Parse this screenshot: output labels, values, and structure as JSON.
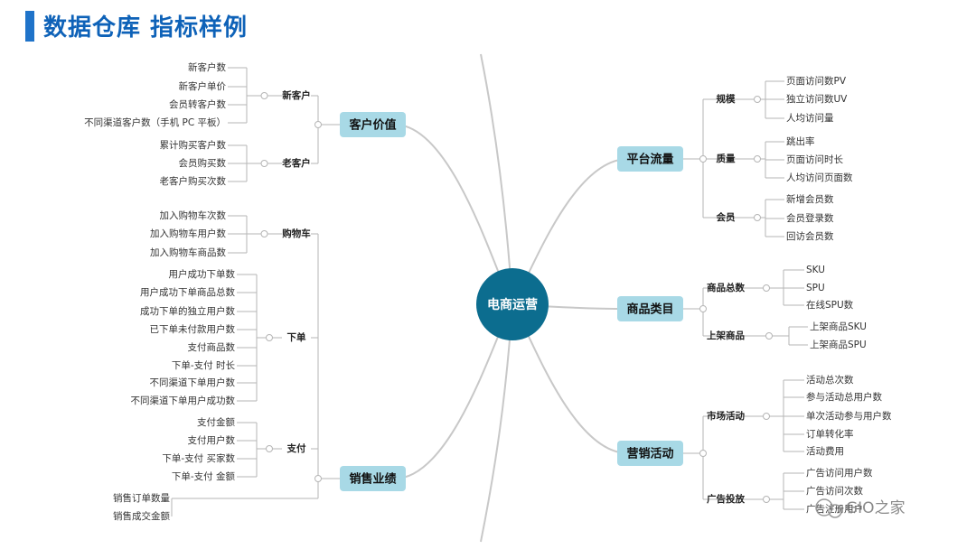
{
  "title": "数据仓库 指标样例",
  "center": "电商运营",
  "watermark": "GIO之家",
  "colors": {
    "title": "#0e62b8",
    "center": "#0c6d8f",
    "branch_box": "#a8d9e6",
    "line": "#c8c8c8"
  },
  "left": [
    {
      "label": "客户价值",
      "groups": [
        {
          "label": "新客户",
          "leaves": [
            "新客户数",
            "新客户单价",
            "会员转客户数",
            "不同渠道客户数（手机 PC 平板）"
          ]
        },
        {
          "label": "老客户",
          "leaves": [
            "累计购买客户数",
            "会员购买数",
            "老客户购买次数"
          ]
        }
      ]
    },
    {
      "label": "销售业绩",
      "groups": [
        {
          "label": "购物车",
          "leaves": [
            "加入购物车次数",
            "加入购物车用户数",
            "加入购物车商品数"
          ]
        },
        {
          "label": "下单",
          "leaves": [
            "用户成功下单数",
            "用户成功下单商品总数",
            "成功下单的独立用户数",
            "已下单未付款用户数",
            "支付商品数",
            "下单-支付 时长",
            "不同渠道下单用户数",
            "不同渠道下单用户成功数"
          ]
        },
        {
          "label": "支付",
          "leaves": [
            "支付金额",
            "支付用户数",
            "下单-支付 买家数",
            "下单-支付 金额"
          ]
        },
        {
          "label": "",
          "leaves": [
            "销售订单数量",
            "销售成交金额"
          ]
        }
      ]
    }
  ],
  "right": [
    {
      "label": "平台流量",
      "groups": [
        {
          "label": "规模",
          "leaves": [
            "页面访问数PV",
            "独立访问数UV",
            "人均访问量"
          ]
        },
        {
          "label": "质量",
          "leaves": [
            "跳出率",
            "页面访问时长",
            "人均访问页面数"
          ]
        },
        {
          "label": "会员",
          "leaves": [
            "新增会员数",
            "会员登录数",
            "回访会员数"
          ]
        }
      ]
    },
    {
      "label": "商品类目",
      "groups": [
        {
          "label": "商品总数",
          "leaves": [
            "SKU",
            "SPU",
            "在线SPU数"
          ]
        },
        {
          "label": "上架商品",
          "leaves": [
            "上架商品SKU",
            "上架商品SPU"
          ]
        }
      ]
    },
    {
      "label": "营销活动",
      "groups": [
        {
          "label": "市场活动",
          "leaves": [
            "活动总次数",
            "参与活动总用户数",
            "单次活动参与用户数",
            "订单转化率",
            "活动费用"
          ]
        },
        {
          "label": "广告投放",
          "leaves": [
            "广告访问用户数",
            "广告访问次数",
            "广告注册用户"
          ]
        }
      ]
    }
  ]
}
